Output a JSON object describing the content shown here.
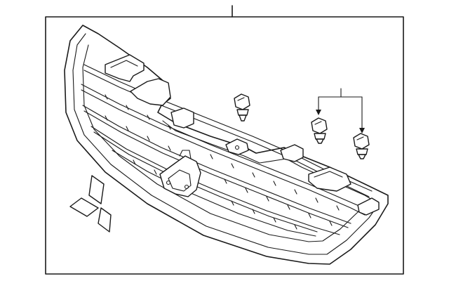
{
  "diagram": {
    "parts": [
      {
        "id": "grille-assembly",
        "label": ""
      },
      {
        "id": "emblem",
        "label": ""
      },
      {
        "id": "clip",
        "label": ""
      }
    ],
    "colors": {
      "line": "#1a1a1a",
      "background": "#ffffff"
    }
  }
}
